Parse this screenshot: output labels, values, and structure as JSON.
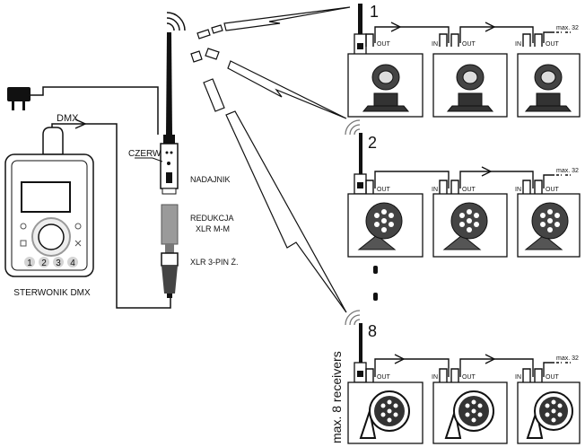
{
  "labels": {
    "dmx": "DMX",
    "czerw": "CZERW",
    "nadajnik": "NADAJNIK",
    "reduction_line1": "REDUKCJA",
    "reduction_line2": "XLR M-M",
    "xlr": "XLR 3-PIN Ż.",
    "controller": "STERWONIK DMX",
    "max_receivers": "max. 8 receivers"
  },
  "controller_buttons": [
    "1",
    "2",
    "3",
    "4"
  ],
  "groups": [
    {
      "number": "1",
      "fixture": "moving-head",
      "out_label": "OUT",
      "in_label": "IN",
      "max_label": "max. 32"
    },
    {
      "number": "2",
      "fixture": "led-par",
      "out_label": "OUT",
      "in_label": "IN",
      "max_label": "max. 32"
    },
    {
      "number": "8",
      "fixture": "flat-par",
      "out_label": "OUT",
      "in_label": "IN",
      "max_label": "max. 32"
    }
  ],
  "colors": {
    "line": "#111111",
    "grey": "#9a9a9a",
    "darkgrey": "#555555"
  }
}
